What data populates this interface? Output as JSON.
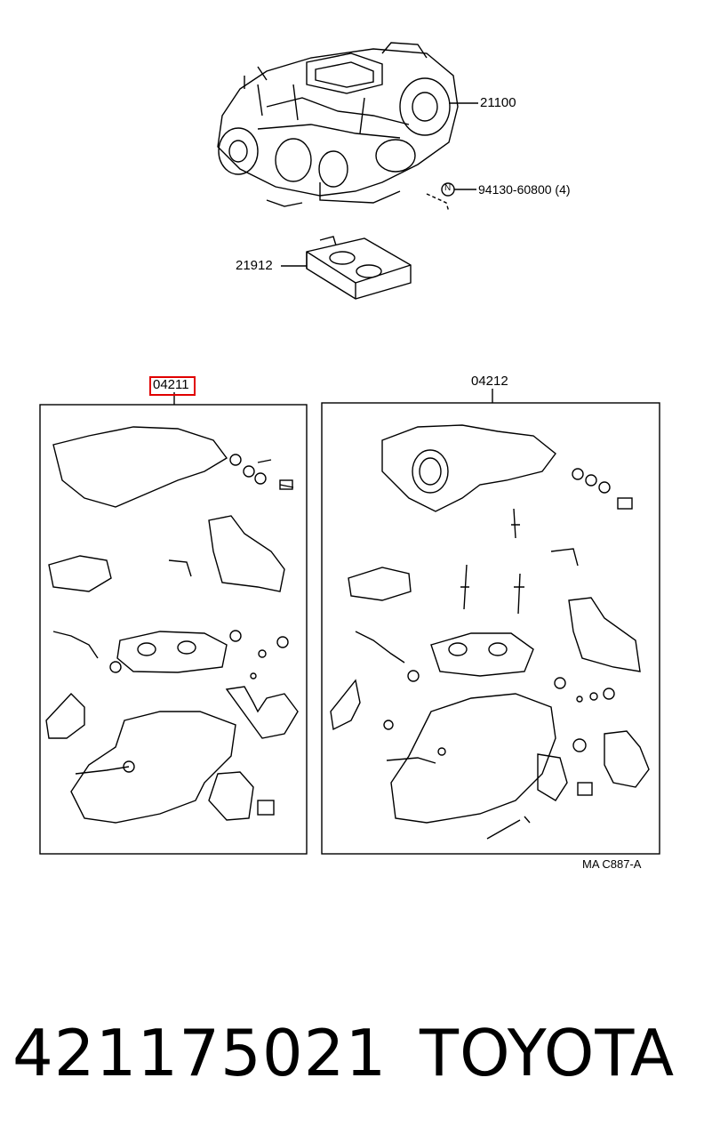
{
  "callouts": {
    "carburetor": "21100",
    "nut": "94130-60800 (4)",
    "nut_symbol": "N",
    "gasket": "21912",
    "kit_left": "04211",
    "kit_right": "04212"
  },
  "figure_code": "MA C887-A",
  "footer": {
    "part_number": "421175021",
    "brand": "TOYOTA"
  },
  "colors": {
    "highlight": "#e00000",
    "ink": "#000000"
  }
}
